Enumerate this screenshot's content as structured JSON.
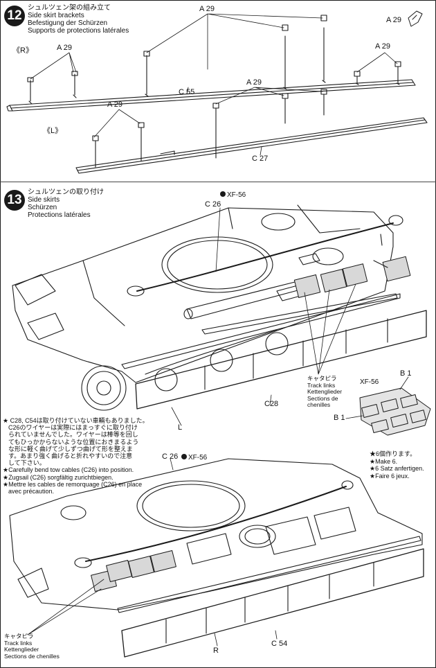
{
  "colors": {
    "ink": "#1a1a1a",
    "paper": "#ffffff",
    "shade": "#9a9a9a"
  },
  "step12": {
    "number": "12",
    "title_jp": "シュルツェン架の組み立て",
    "title_en": "Side skirt brackets",
    "title_de": "Befestigung der Schürzen",
    "title_fr": "Supports de protections latérales",
    "right_label": "《R》",
    "left_label": "《L》",
    "part_bracket": "A 29",
    "part_rail_right": "C 55",
    "part_rail_left": "C 27"
  },
  "step13": {
    "number": "13",
    "title_jp": "シュルツェンの取り付け",
    "title_en": "Side skirts",
    "title_de": "Schürzen",
    "title_fr": "Protections latérales",
    "top": {
      "cable_part": "C 26",
      "paint": "XF-56",
      "skirt_part": "C28",
      "side_letter": "L",
      "tracks": [
        "キャタピラ",
        "Track links",
        "Kettenglieder",
        "Sections de",
        "chenilles"
      ]
    },
    "note": [
      "★ C28, C54は取り付けていない車輛もありました。",
      "C26のワイヤーは実際にはまっすぐに取り付け",
      "られていませんでした。ワイヤーは棒等を回し",
      "てもひっかからないような位置におきまるよう",
      "な形に軽く曲げて少しずつ曲げて形を整えま",
      "す。あまり強く曲げると折れやすいので注意",
      "して下さい。",
      "★Carefully bend tow cables (C26) into position.",
      "★Zugsail (C26) sorgfältig zurichtbiegen.",
      "★Mettre les cables de remorquage (C26) en place",
      "avec précaution."
    ],
    "track_detail": {
      "paint": "XF-56",
      "parts": [
        "B 1",
        "B 1"
      ],
      "make": [
        "★6個作ります。",
        "★Make 6.",
        "★6 Satz anfertigen.",
        "★Faire 6 jeux."
      ]
    },
    "bottom": {
      "cable_part": "C 26",
      "paint": "XF-56",
      "skirt_part": "C 54",
      "side_letter": "R",
      "tracks": [
        "キャタピラ",
        "Track links",
        "Kettenglieder",
        "Sections de chenilles"
      ]
    }
  }
}
